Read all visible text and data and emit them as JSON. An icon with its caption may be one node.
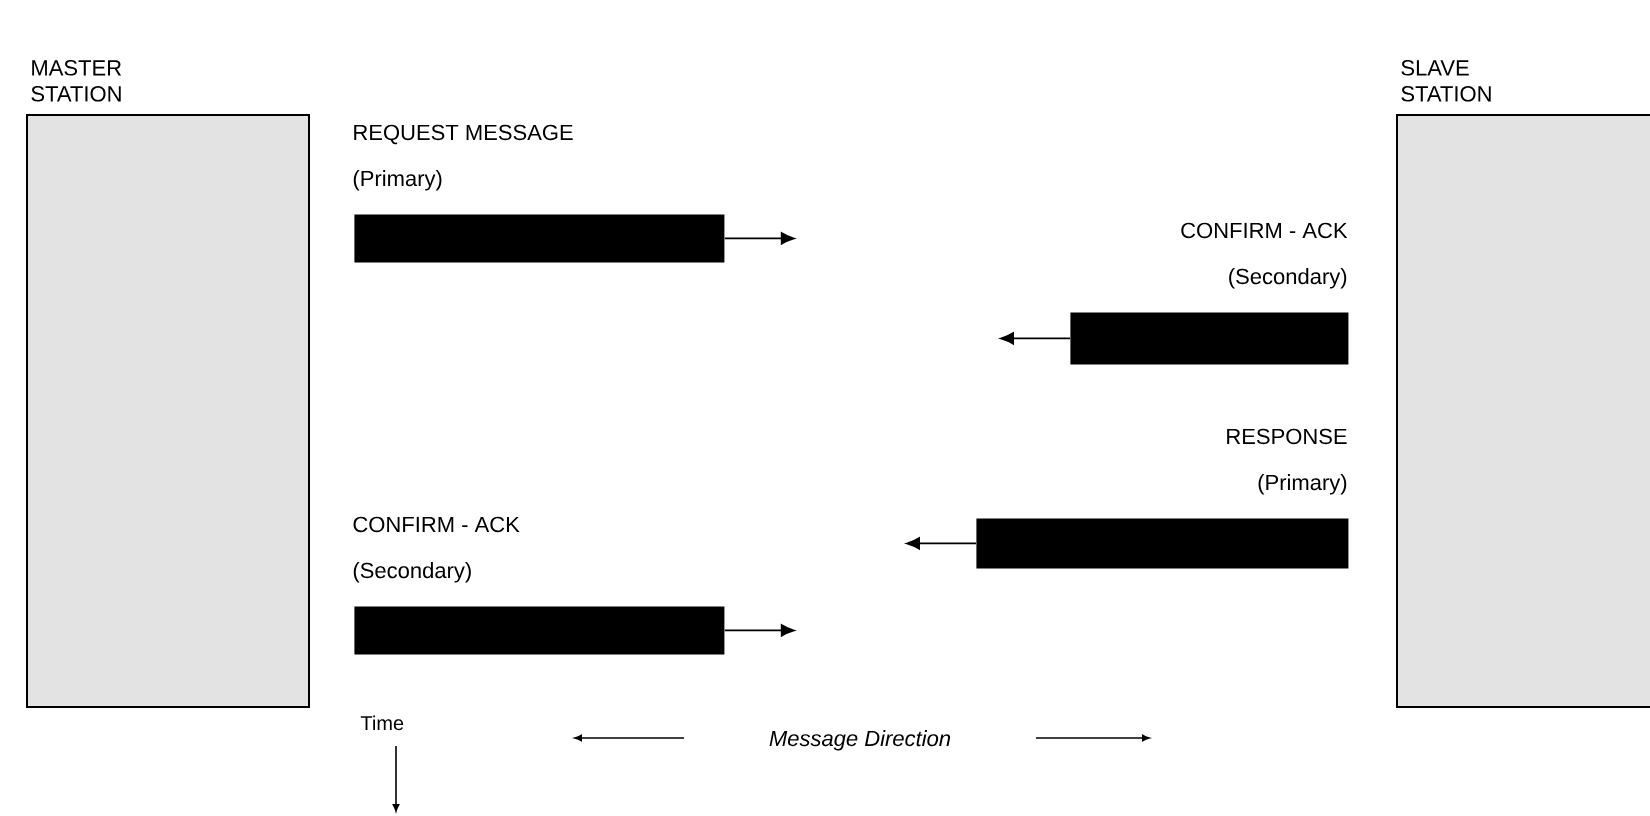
{
  "diagram": {
    "nodes": [
      {
        "text": [
          "MASTER STATION"
        ]
      },
      {
        "text": [
          "SLAVE STATION"
        ]
      },
      {
        "text": [
          "REQUEST MESSAGE",
          "(Primary)"
        ]
      },
      {
        "text": [
          "CONFIRM - ACK",
          "(Secondary)"
        ]
      },
      {
        "text": [
          "RESPONSE",
          "(Primary)"
        ]
      },
      {
        "text": [
          "CONFIRM - ACK",
          "(Secondary)"
        ]
      }
    ],
    "edges": [
      {
        "from": 2,
        "to": null,
        "arrow": "to"
      },
      {
        "from": 3,
        "to": null,
        "arrow": "to"
      },
      {
        "from": 4,
        "to": null,
        "arrow": "to"
      },
      {
        "from": 5,
        "to": null,
        "arrow": "to"
      }
    ],
    "labels": [
      "Time",
      "Message Direction"
    ]
  }
}
